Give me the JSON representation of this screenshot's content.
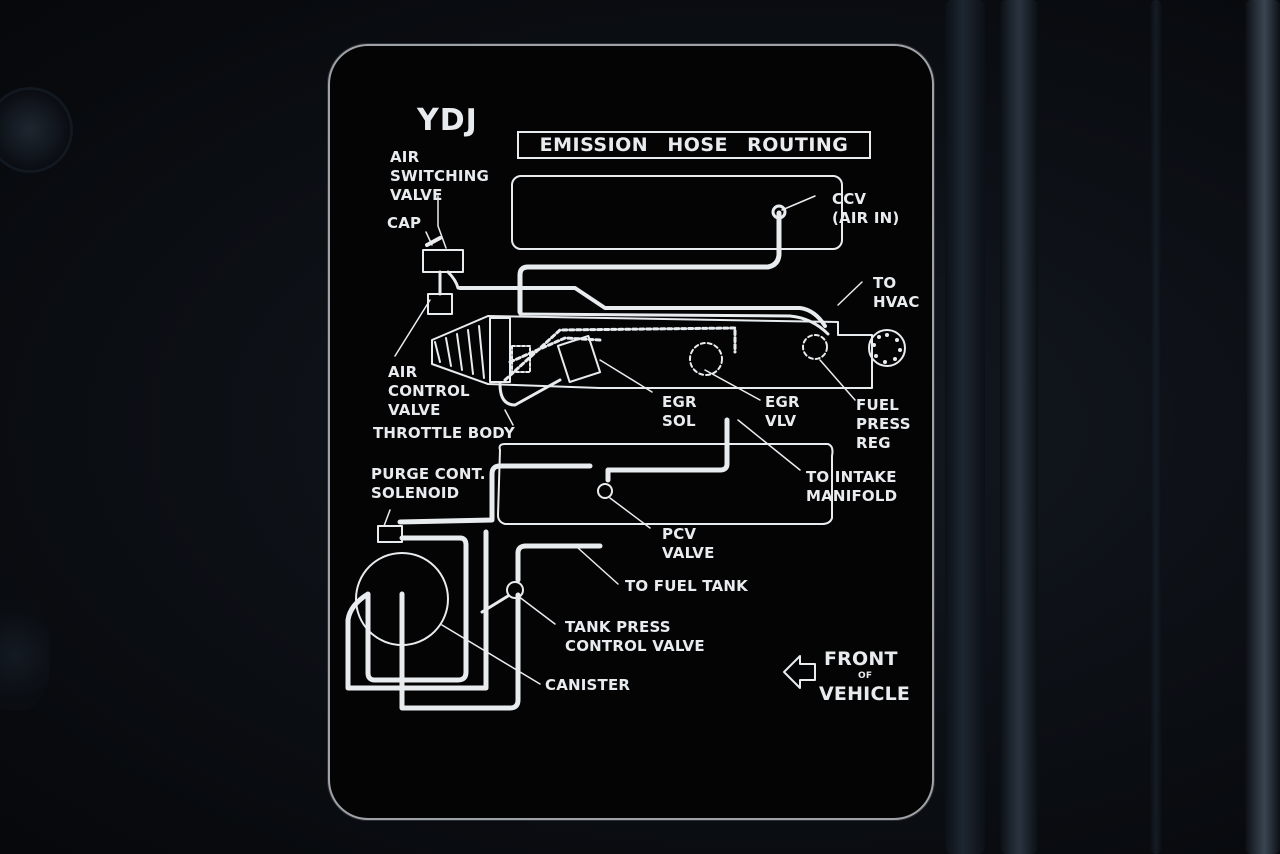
{
  "label": {
    "code": "YDJ",
    "title": "EMISSION HOSE ROUTING",
    "callouts": {
      "air_switching_valve": "AIR\nSWITCHING\nVALVE",
      "cap": "CAP",
      "ccv": "CCV\n(AIR IN)",
      "to_hvac": "TO\nHVAC",
      "air_control_valve": "AIR\nCONTROL\nVALVE",
      "throttle_body": "THROTTLE BODY",
      "egr_sol": "EGR\nSOL",
      "egr_vlv": "EGR\nVLV",
      "fuel_press_reg": "FUEL\nPRESS\nREG",
      "purge_cont_solenoid": "PURGE CONT.\nSOLENOID",
      "to_intake_manifold": "TO INTAKE\nMANIFOLD",
      "pcv_valve": "PCV\nVALVE",
      "to_fuel_tank": "TO FUEL TANK",
      "tank_press_control_valve": "TANK PRESS\nCONTROL VALVE",
      "canister": "CANISTER"
    },
    "front": {
      "line1": "FRONT",
      "line2": "OF",
      "line3": "VEHICLE"
    }
  },
  "colors": {
    "ink": "#e9ecef",
    "label_bg": "#040405",
    "border": "#9fa3a8"
  }
}
